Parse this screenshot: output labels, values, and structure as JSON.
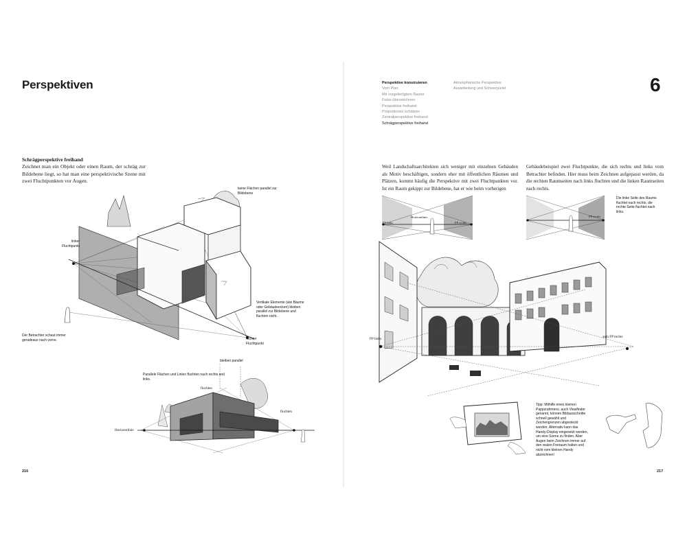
{
  "chapter": {
    "title": "Perspektiven",
    "number": "6"
  },
  "toc": {
    "col1": [
      "Perspektive konstruieren",
      "Vom Plan",
      "Mit vorgefertigtem Raster",
      "Fotos überzeichnen",
      "Perspektive freihand",
      "Proportionen schätzen",
      "Zentralperspektive freihand",
      "Schrägperspektive freihand"
    ],
    "col2": [
      "Atmosphärische Perspektive",
      "Ausarbeitung und Schwerpunkt"
    ]
  },
  "left_page": {
    "section_heading": "Schrägperspektive freihand",
    "intro": "Zeichnet man ein Objekt oder einen Raum, der schräg zur Bildebene liegt, so hat man eine perspektivische Szene mit zwei Fluchtpunkten vor Augen.",
    "captions": {
      "keine_flaechen": "keine Flächen parallel zur Bildebene",
      "linker_fp": "linker Fluchtpunkt",
      "vertikale": "Vertikale Elemente (wie Bäume oder Gebäudeecken) bleiben parallel zur Bildebene und fluchten nicht.",
      "betrachter": "Der Betrachter schaut immer geradeaus nach vorne.",
      "rechter_fp": "rechter Fluchtpunkt",
      "bleiben_parallel": "bleiben parallel",
      "parallele_flaechen": "Parallele Flächen und Linien fluchten nach rechts und links.",
      "fluchten1": "fluchten",
      "fluchten2": "fluchten",
      "horizontlinie": "Horizontlinie"
    },
    "folio": "216"
  },
  "right_page": {
    "body_left": "Weil Landschaftsarchitekten sich weniger mit einzelnen Gebäuden als Motiv beschäftigen, sondern eher mit öffentlichen Räumen und Plätzen, kommt häufig die Perspektive mit zwei Fluchtpunkten vor. Ist ein Raum gekippt zur Bildebene, hat er wie beim vorherigen",
    "body_right": "Gebäudebeispiel zwei Fluchtpunkte, die sich rechts und links vom Betrachter befinden. Hier muss beim Zeichnen aufgepasst werden, da die rechten Raumseiten nach links fluchten und die linken Raumseiten nach rechts.",
    "diagram_labels": {
      "horizontlinie": "Horizontlinie",
      "fp_links": "FP links",
      "fp_rechts": "FP rechts",
      "fp_rechts_small": "FP rechts"
    },
    "side_caption": "Die linke Seite des Raums fluchtet nach rechts, die rechte Seite fluchtet nach links.",
    "scene_labels": {
      "fp_links": "FP links",
      "zum_fp_rechts": "zum FP rechts"
    },
    "tip": "Tipp: Mithilfe eines kleinen Pappzrahmens, auch Viewfinder genannt, können Bildausschnitte schnell gewählt und Zeichengrenzen abgesteckt werden. Alternativ kann das Handy-Display eingesetzt werden, um eine Szene zu finden. Aber Augen beim Zeichnen immer auf den realen Freiraum halten und nicht vom kleinen Handy abzeichnen!",
    "folio": "217"
  }
}
